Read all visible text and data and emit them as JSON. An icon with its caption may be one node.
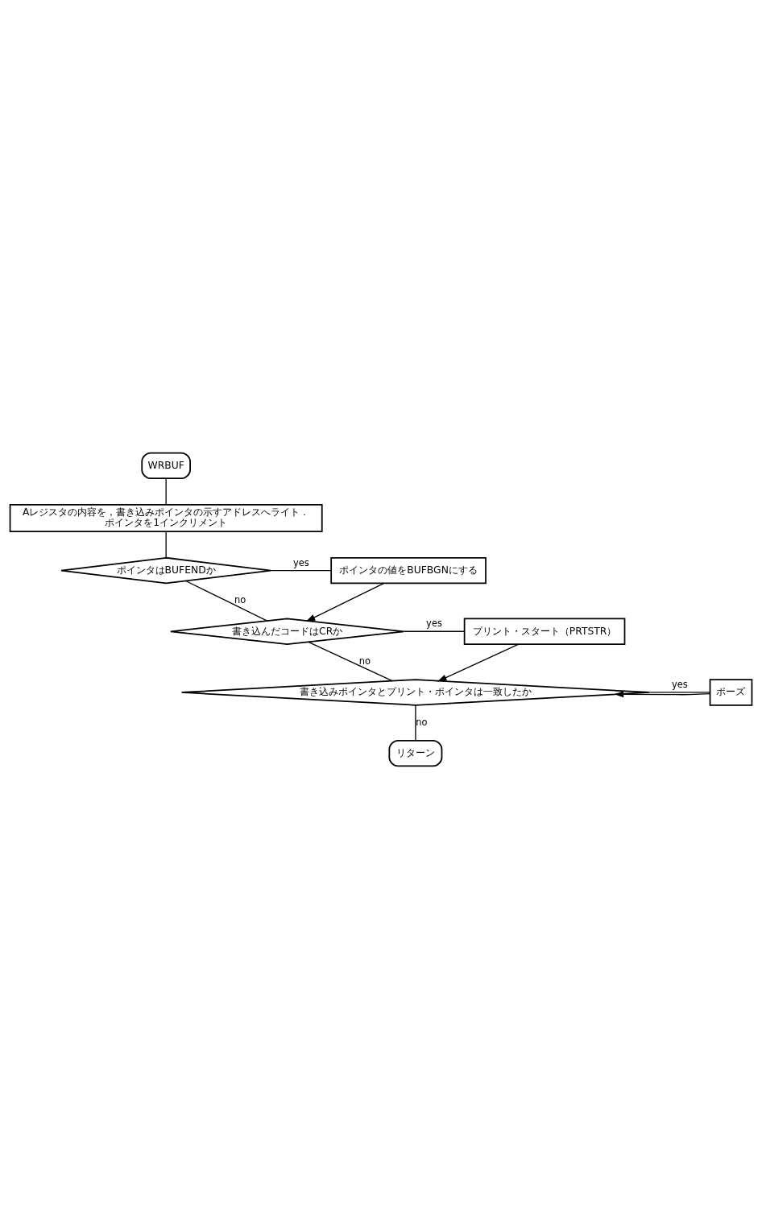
{
  "diagram": {
    "nodes": [
      {
        "text": [
          "WRBUF"
        ]
      },
      {
        "text": [
          "Aレジスタの内容を，書き込みポインタの示すアドレスへライト．",
          "ポインタを1インクリメント"
        ]
      },
      {
        "text": [
          "ポインタはBUFENDか"
        ]
      },
      {
        "text": [
          "ポインタの値をBUFBGNにする"
        ]
      },
      {
        "text": [
          "書き込んだコードはCRか"
        ]
      },
      {
        "text": [
          "プリント・スタート（PRTSTR）"
        ]
      },
      {
        "text": [
          "書き込みポインタとプリント・ポインタは一致したか"
        ]
      },
      {
        "text": [
          "ポーズ"
        ]
      },
      {
        "text": [
          "リターン"
        ]
      }
    ],
    "edges": [
      {
        "from": 0,
        "to": 1,
        "arrow": "none"
      },
      {
        "from": 1,
        "to": 2,
        "arrow": "none"
      },
      {
        "from": 2,
        "to": 3,
        "arrow": "none",
        "label": "yes"
      },
      {
        "from": 2,
        "to": 4,
        "arrow": "none",
        "label": "no"
      },
      {
        "from": 3,
        "to": 4,
        "arrow": "to"
      },
      {
        "from": 4,
        "to": 5,
        "arrow": "none",
        "label": "yes"
      },
      {
        "from": 4,
        "to": 6,
        "arrow": "none",
        "label": "no"
      },
      {
        "from": 5,
        "to": 6,
        "arrow": "to"
      },
      {
        "from": 6,
        "to": 7,
        "arrow": "none",
        "label": "yes"
      },
      {
        "from": 7,
        "to": 6,
        "arrow": "to"
      },
      {
        "from": 6,
        "to": 8,
        "arrow": "none",
        "label": "no"
      }
    ]
  }
}
